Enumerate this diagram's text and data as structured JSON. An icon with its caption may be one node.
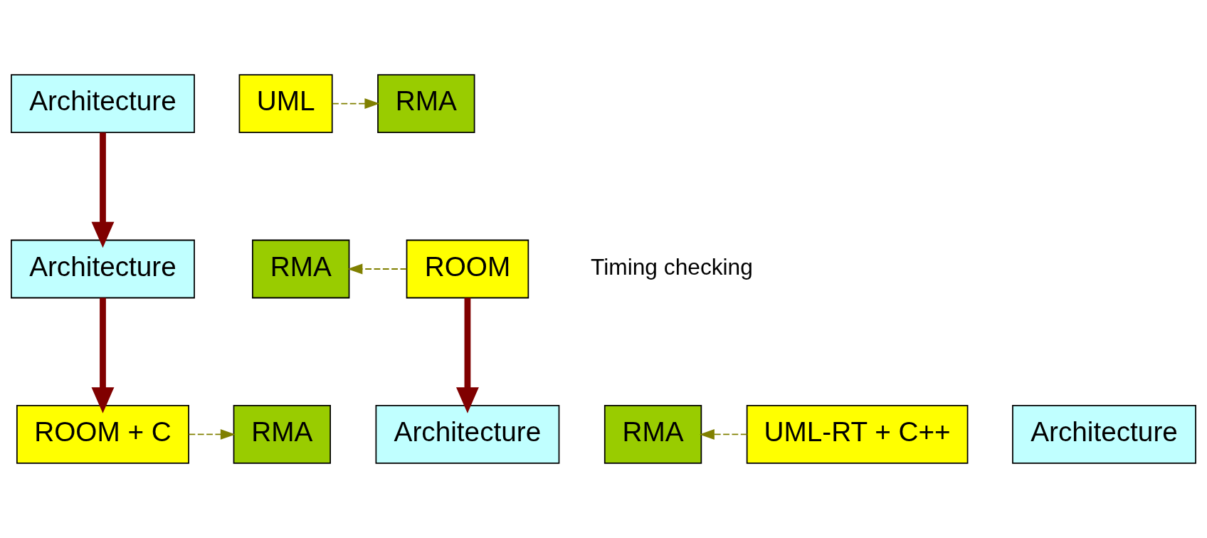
{
  "diagram": {
    "nodes": [
      {
        "text": [
          "Architecture"
        ]
      },
      {
        "text": [
          "UML"
        ]
      },
      {
        "text": [
          "RMA"
        ]
      },
      {
        "text": [
          "RMA"
        ]
      },
      {
        "text": [
          "Architecture"
        ]
      },
      {
        "text": [
          "ROOM"
        ]
      },
      {
        "text": [
          "RMA"
        ]
      },
      {
        "text": [
          "RMA"
        ]
      },
      {
        "text": [
          "Architecture"
        ]
      },
      {
        "text": [
          "ROOM + C"
        ]
      },
      {
        "text": [
          "Architecture"
        ]
      },
      {
        "text": [
          "UML-RT + C++"
        ]
      }
    ],
    "edges": [
      {
        "from": 0,
        "to": 4,
        "arrow": "to",
        "style": "thick",
        "color": "#800000"
      },
      {
        "from": 4,
        "to": 9,
        "arrow": "to",
        "style": "thick",
        "color": "#800000"
      },
      {
        "from": 5,
        "to": 10,
        "arrow": "to",
        "style": "thick",
        "color": "#800000"
      },
      {
        "from": 1,
        "to": 2,
        "arrow": "to",
        "style": "dashed",
        "color": "#808000"
      },
      {
        "from": 5,
        "to": 3,
        "arrow": "to",
        "style": "dashed",
        "color": "#808000"
      },
      {
        "from": 9,
        "to": 6,
        "arrow": "to",
        "style": "dashed",
        "color": "#808000"
      },
      {
        "from": 11,
        "to": 7,
        "arrow": "to",
        "style": "dashed",
        "color": "#808000"
      }
    ],
    "labels": [
      "Timing checking"
    ]
  }
}
